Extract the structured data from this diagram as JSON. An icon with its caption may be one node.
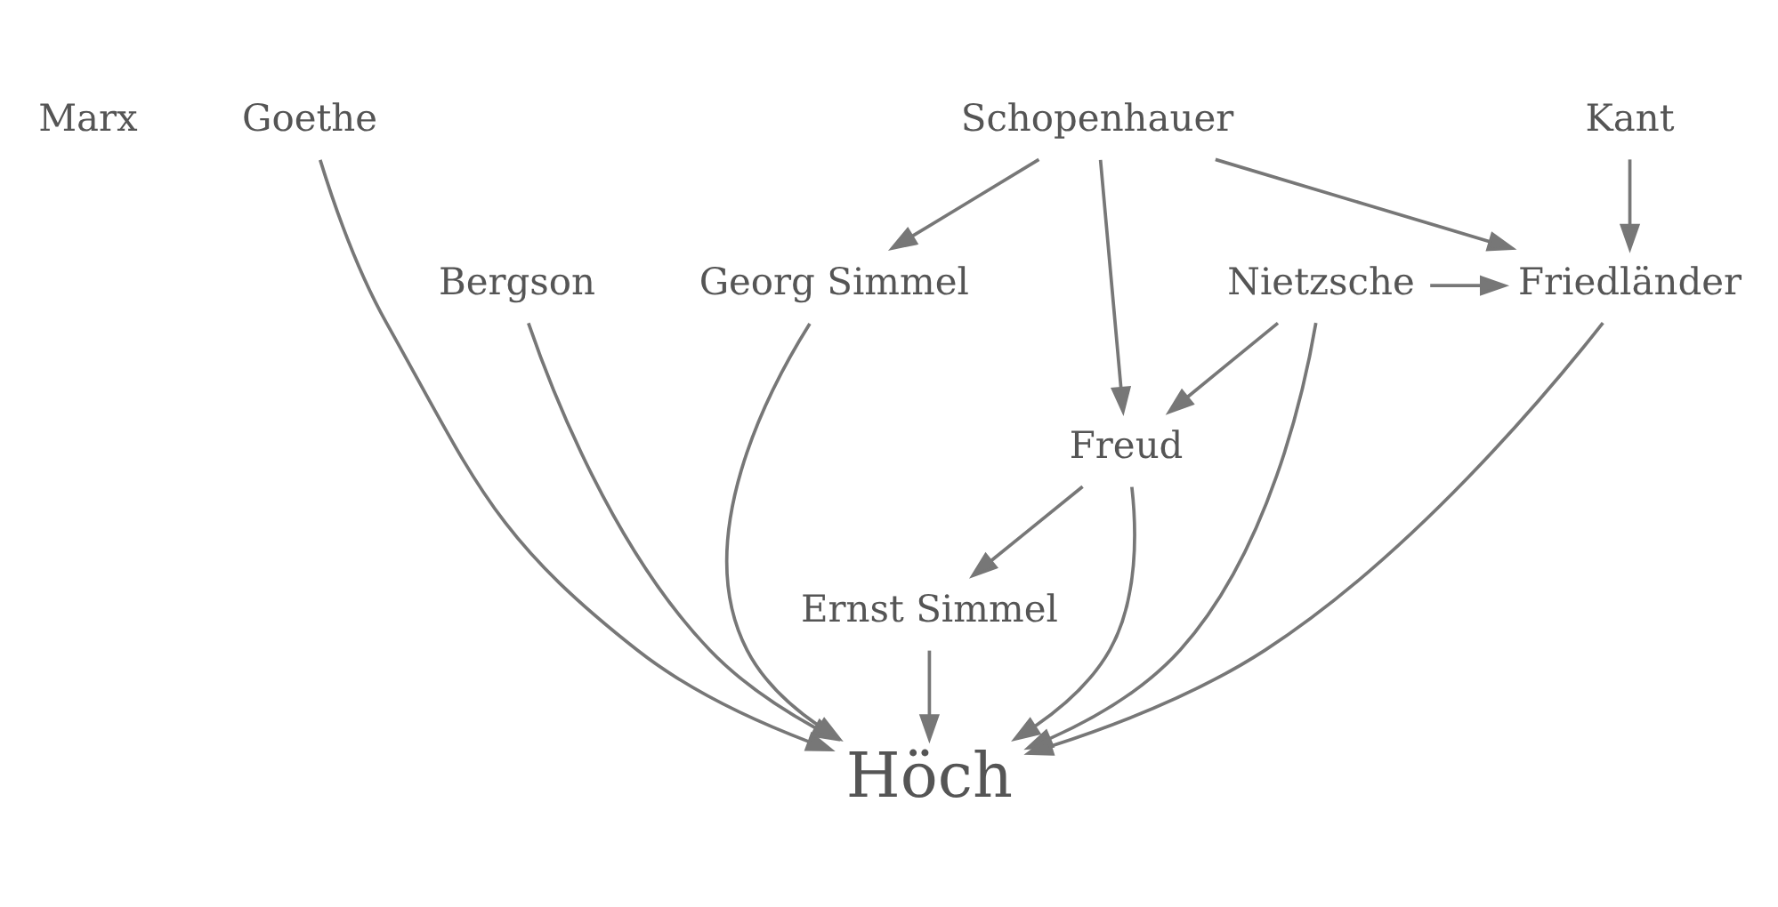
{
  "diagram": {
    "nodes": [
      {
        "text": [
          "Marx"
        ]
      },
      {
        "text": [
          "Goethe"
        ]
      },
      {
        "text": [
          "Schopenhauer"
        ]
      },
      {
        "text": [
          "Kant"
        ]
      },
      {
        "text": [
          "Bergson"
        ]
      },
      {
        "text": [
          "Georg Simmel"
        ]
      },
      {
        "text": [
          "Nietzsche"
        ]
      },
      {
        "text": [
          "Friedländer"
        ]
      },
      {
        "text": [
          "Freud"
        ]
      },
      {
        "text": [
          "Ernst Simmel"
        ]
      },
      {
        "text": [
          "Höch"
        ]
      }
    ],
    "edges": [
      {
        "from": 1,
        "to": 10,
        "arrow": "to"
      },
      {
        "from": 2,
        "to": 5,
        "arrow": "to"
      },
      {
        "from": 2,
        "to": 8,
        "arrow": "to"
      },
      {
        "from": 2,
        "to": 7,
        "arrow": "to"
      },
      {
        "from": 3,
        "to": 7,
        "arrow": "to"
      },
      {
        "from": 6,
        "to": 7,
        "arrow": "to"
      },
      {
        "from": 6,
        "to": 8,
        "arrow": "to"
      },
      {
        "from": 4,
        "to": 10,
        "arrow": "to"
      },
      {
        "from": 5,
        "to": 10,
        "arrow": "to"
      },
      {
        "from": 8,
        "to": 9,
        "arrow": "to"
      },
      {
        "from": 9,
        "to": 10,
        "arrow": "to"
      },
      {
        "from": 8,
        "to": 10,
        "arrow": "to"
      },
      {
        "from": 6,
        "to": 10,
        "arrow": "to"
      },
      {
        "from": 7,
        "to": 10,
        "arrow": "to"
      }
    ]
  }
}
